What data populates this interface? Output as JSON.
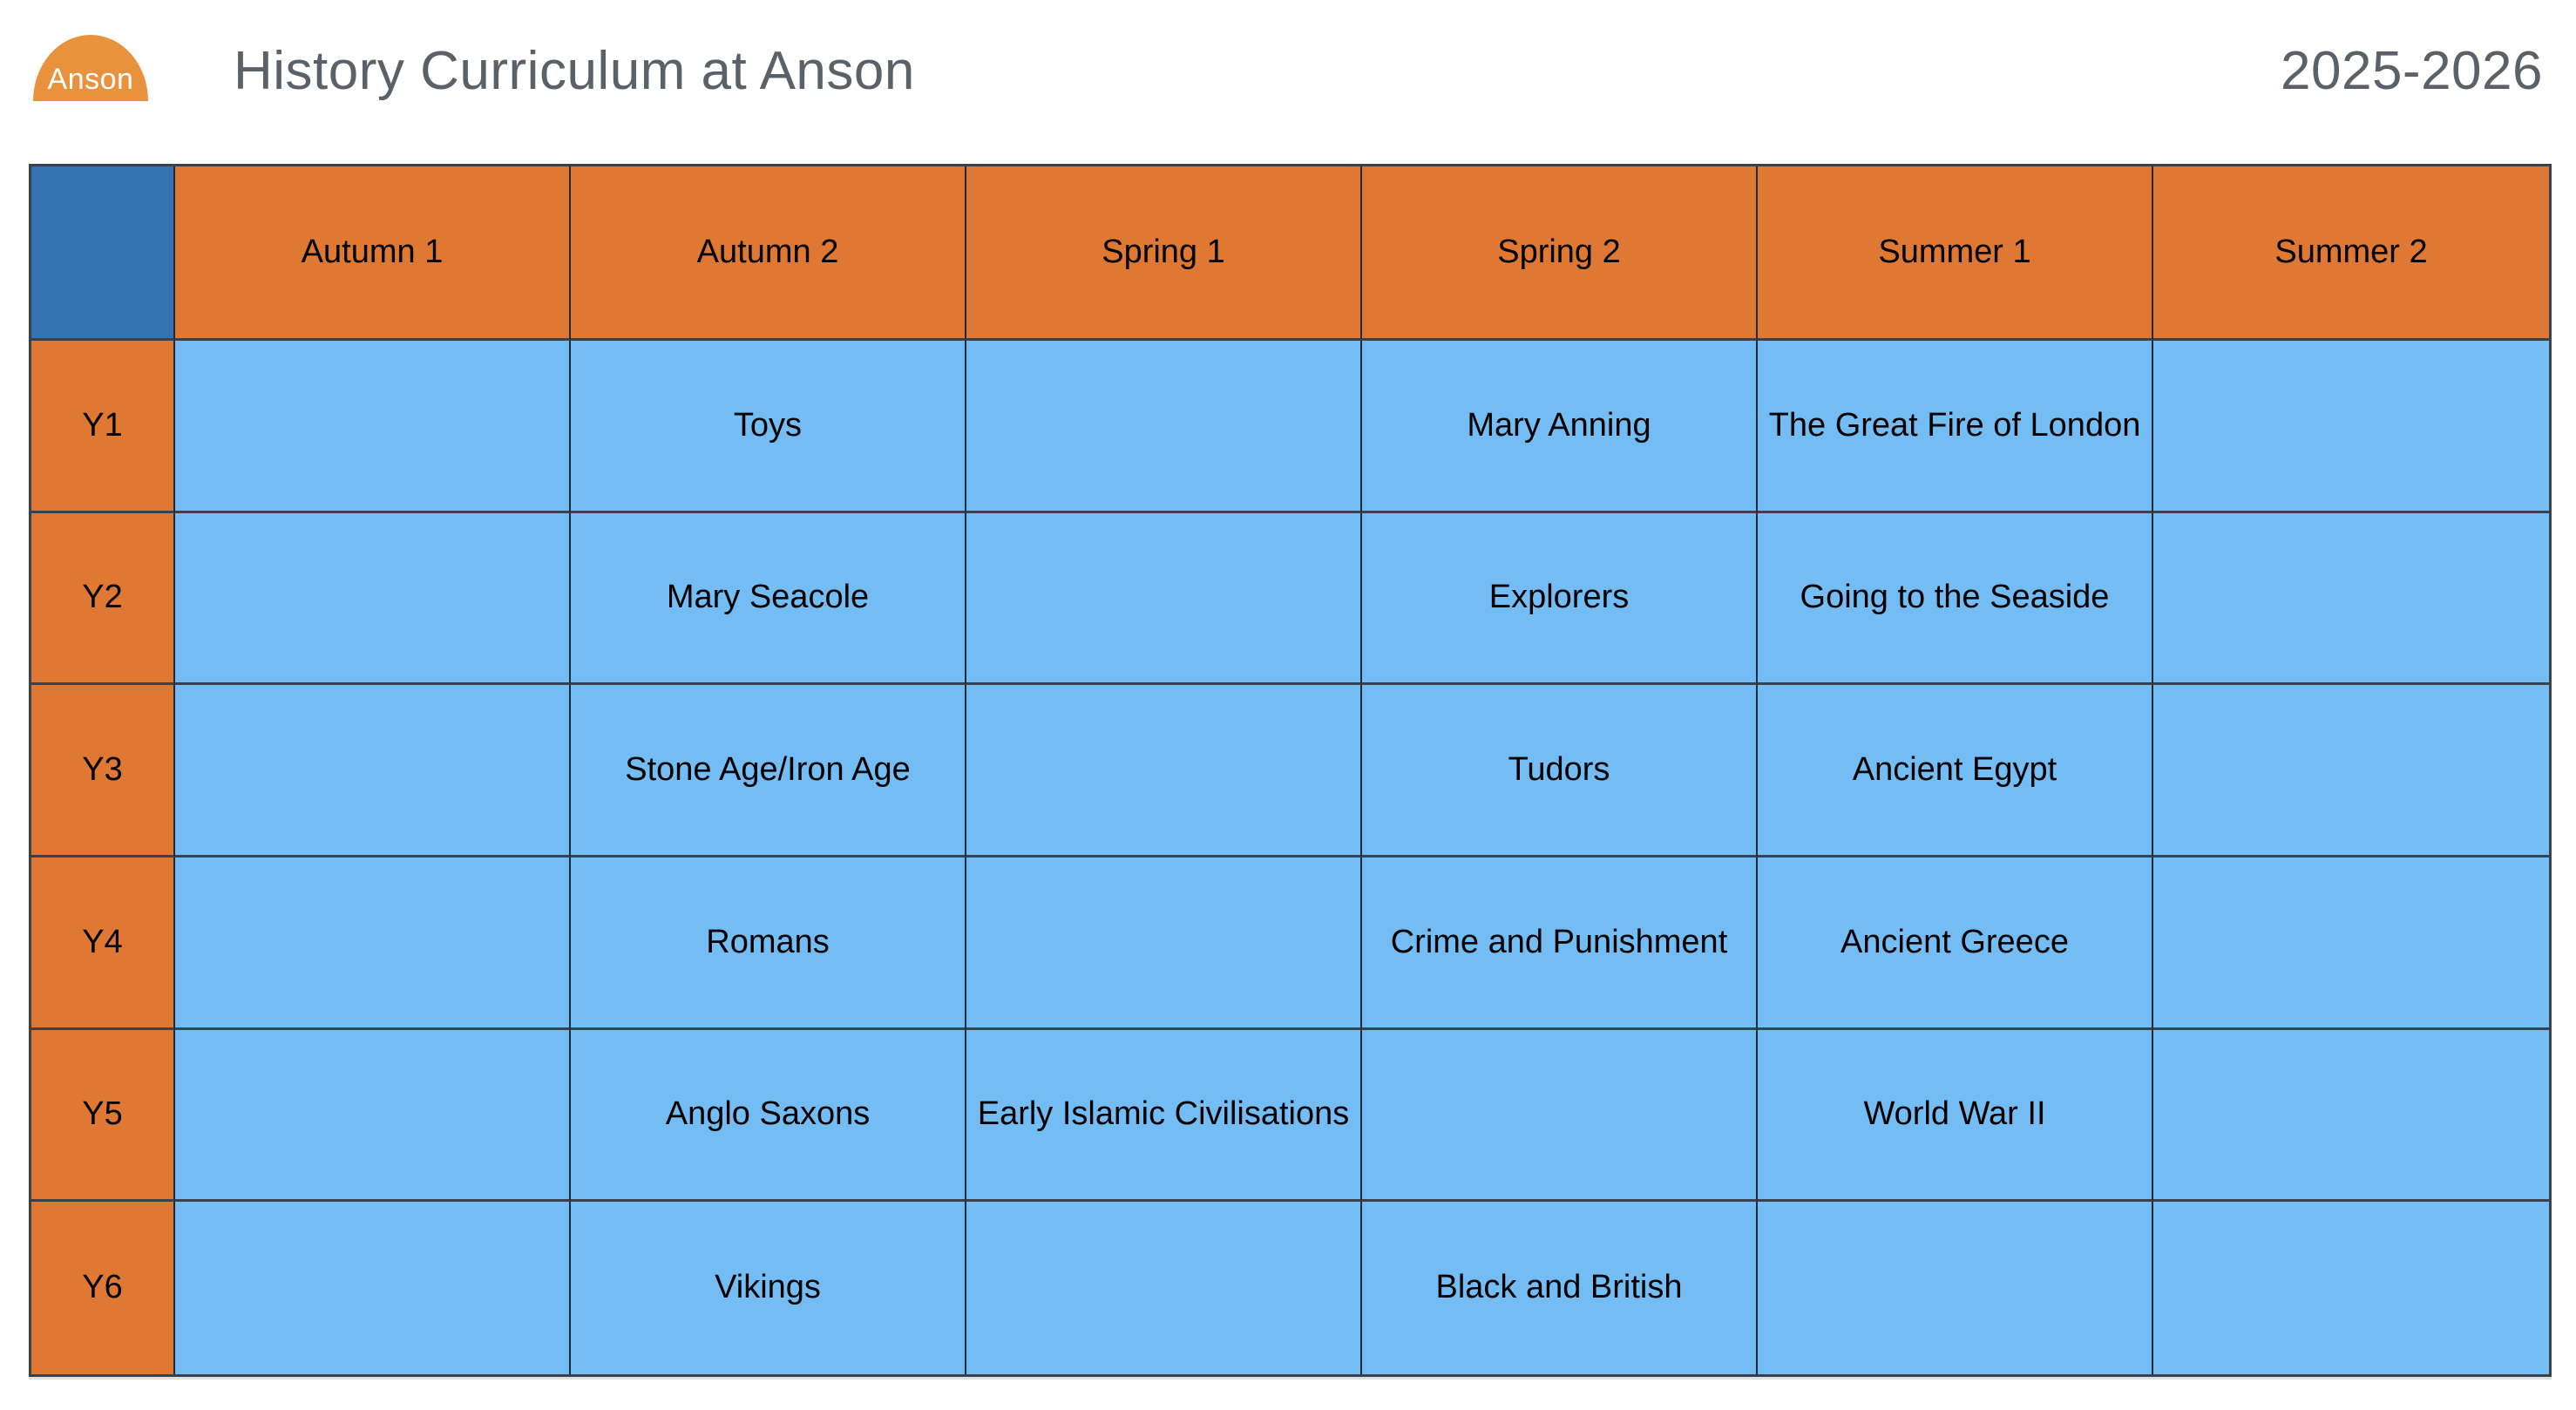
{
  "header": {
    "logo_text": "Anson",
    "title": "History Curriculum at Anson",
    "year_range": "2025-2026"
  },
  "table": {
    "columns": [
      "Autumn 1",
      "Autumn 2",
      "Spring 1",
      "Spring 2",
      "Summer 1",
      "Summer 2"
    ],
    "rows": [
      {
        "label": "Y1",
        "cells": [
          "",
          "Toys",
          "",
          "Mary Anning",
          "The Great Fire of London",
          ""
        ]
      },
      {
        "label": "Y2",
        "cells": [
          "",
          "Mary Seacole",
          "",
          "Explorers",
          "Going to the Seaside",
          ""
        ]
      },
      {
        "label": "Y3",
        "cells": [
          "",
          "Stone Age/Iron Age",
          "",
          "Tudors",
          "Ancient Egypt",
          ""
        ]
      },
      {
        "label": "Y4",
        "cells": [
          "",
          "Romans",
          "",
          "Crime and Punishment",
          "Ancient Greece",
          ""
        ]
      },
      {
        "label": "Y5",
        "cells": [
          "",
          "Anglo Saxons",
          "Early Islamic Civilisations",
          "",
          "World War II",
          ""
        ]
      },
      {
        "label": "Y6",
        "cells": [
          "",
          "Vikings",
          "",
          "Black and British",
          "",
          ""
        ]
      }
    ]
  },
  "colors": {
    "header_orange": "#DE7832",
    "corner_blue": "#3373B2",
    "cell_blue": "#73BCF4",
    "logo_orange": "#E8923D",
    "title_gray": "#5A6168"
  }
}
